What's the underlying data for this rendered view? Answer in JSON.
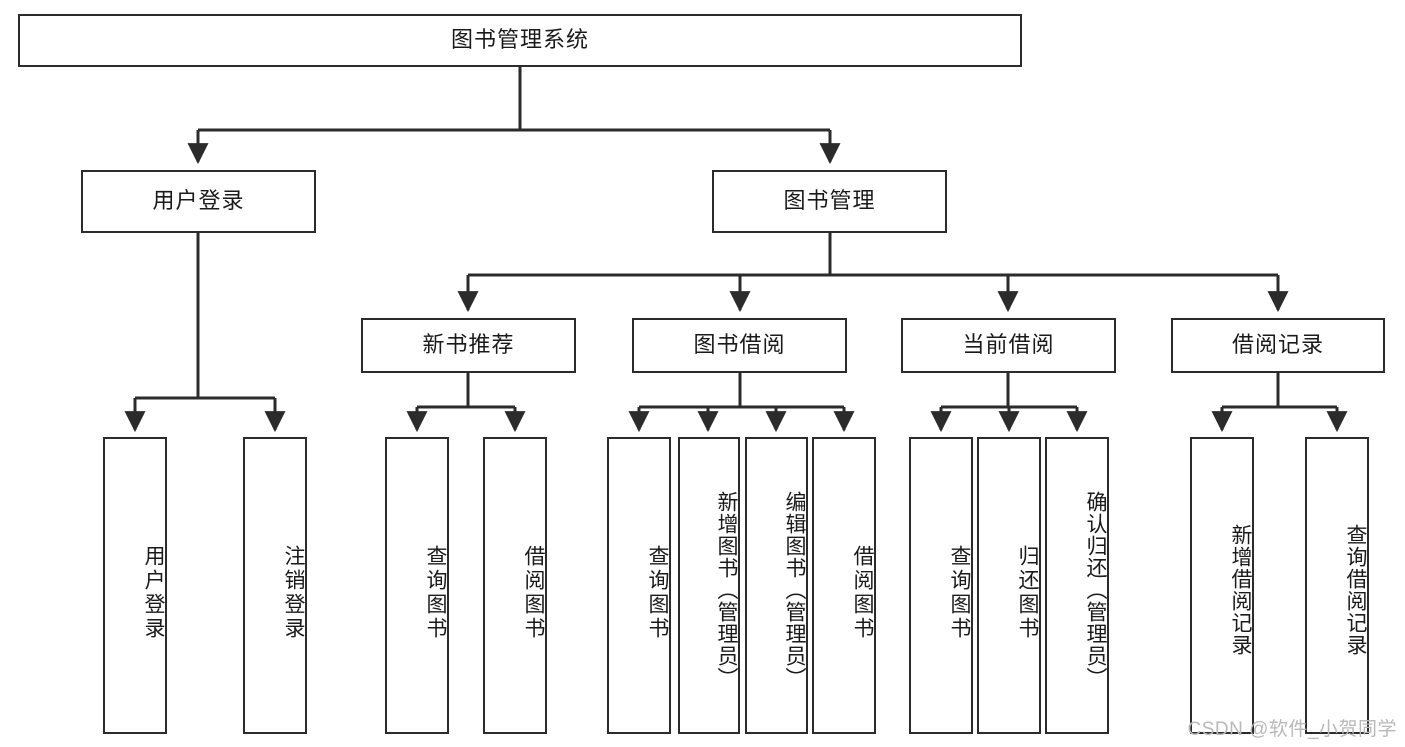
{
  "diagram": {
    "title": "图书管理系统",
    "watermark": "CSDN @软件_小贺同学",
    "line_color": "#2b2b2b",
    "text_color": "#1a1a1a",
    "background": "#ffffff",
    "root": {
      "label": "图书管理系统"
    },
    "level2": [
      {
        "label": "用户登录"
      },
      {
        "label": "图书管理"
      }
    ],
    "level3": [
      {
        "label": "新书推荐"
      },
      {
        "label": "图书借阅"
      },
      {
        "label": "当前借阅"
      },
      {
        "label": "借阅记录"
      }
    ],
    "leaves": [
      {
        "label": "用户登录",
        "parent": "用户登录"
      },
      {
        "label": "注销登录",
        "parent": "用户登录"
      },
      {
        "label": "查询图书",
        "parent": "新书推荐"
      },
      {
        "label": "借阅图书",
        "parent": "新书推荐"
      },
      {
        "label": "查询图书",
        "parent": "图书借阅"
      },
      {
        "label": "新增图书（管理员）",
        "parent": "图书借阅"
      },
      {
        "label": "编辑图书（管理员）",
        "parent": "图书借阅"
      },
      {
        "label": "借阅图书",
        "parent": "图书借阅"
      },
      {
        "label": "查询图书",
        "parent": "当前借阅"
      },
      {
        "label": "归还图书",
        "parent": "当前借阅"
      },
      {
        "label": "确认归还（管理员）",
        "parent": "当前借阅"
      },
      {
        "label": "新增借阅记录",
        "parent": "借阅记录"
      },
      {
        "label": "查询借阅记录",
        "parent": "借阅记录"
      }
    ]
  },
  "chart_data": {
    "type": "diagram",
    "subtype": "tree-hierarchy",
    "title": "图书管理系统",
    "orientation": "top-down",
    "nodes": [
      {
        "id": "root",
        "label": "图书管理系统",
        "level": 0
      },
      {
        "id": "n1",
        "label": "用户登录",
        "level": 1
      },
      {
        "id": "n2",
        "label": "图书管理",
        "level": 1
      },
      {
        "id": "n3",
        "label": "新书推荐",
        "level": 2
      },
      {
        "id": "n4",
        "label": "图书借阅",
        "level": 2
      },
      {
        "id": "n5",
        "label": "当前借阅",
        "level": 2
      },
      {
        "id": "n6",
        "label": "借阅记录",
        "level": 2
      },
      {
        "id": "l1",
        "label": "用户登录",
        "level": 3
      },
      {
        "id": "l2",
        "label": "注销登录",
        "level": 3
      },
      {
        "id": "l3",
        "label": "查询图书",
        "level": 3
      },
      {
        "id": "l4",
        "label": "借阅图书",
        "level": 3
      },
      {
        "id": "l5",
        "label": "查询图书",
        "level": 3
      },
      {
        "id": "l6",
        "label": "新增图书（管理员）",
        "level": 3
      },
      {
        "id": "l7",
        "label": "编辑图书（管理员）",
        "level": 3
      },
      {
        "id": "l8",
        "label": "借阅图书",
        "level": 3
      },
      {
        "id": "l9",
        "label": "查询图书",
        "level": 3
      },
      {
        "id": "l10",
        "label": "归还图书",
        "level": 3
      },
      {
        "id": "l11",
        "label": "确认归还（管理员）",
        "level": 3
      },
      {
        "id": "l12",
        "label": "新增借阅记录",
        "level": 3
      },
      {
        "id": "l13",
        "label": "查询借阅记录",
        "level": 3
      }
    ],
    "edges": [
      [
        "root",
        "n1"
      ],
      [
        "root",
        "n2"
      ],
      [
        "n2",
        "n3"
      ],
      [
        "n2",
        "n4"
      ],
      [
        "n2",
        "n5"
      ],
      [
        "n2",
        "n6"
      ],
      [
        "n1",
        "l1"
      ],
      [
        "n1",
        "l2"
      ],
      [
        "n3",
        "l3"
      ],
      [
        "n3",
        "l4"
      ],
      [
        "n4",
        "l5"
      ],
      [
        "n4",
        "l6"
      ],
      [
        "n4",
        "l7"
      ],
      [
        "n4",
        "l8"
      ],
      [
        "n5",
        "l9"
      ],
      [
        "n5",
        "l10"
      ],
      [
        "n5",
        "l11"
      ],
      [
        "n6",
        "l12"
      ],
      [
        "n6",
        "l13"
      ]
    ]
  }
}
